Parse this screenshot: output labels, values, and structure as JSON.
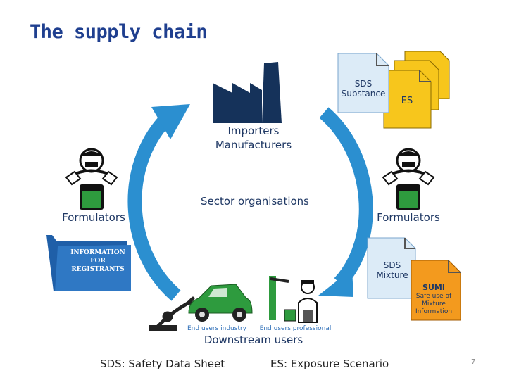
{
  "title": "The supply chain",
  "diagram": {
    "importers": "Importers Manufacturers",
    "importers_line1": "Importers",
    "importers_line2": "Manufacturers",
    "sector": "Sector organisations",
    "formulators_left": "Formulators",
    "formulators_right": "Formulators",
    "downstream": "Downstream users",
    "end_users_industry": "End users industry",
    "end_users_professional": "End users professional",
    "info_folder": "INFORMATION FOR REGISTRANTS",
    "sds_substance_line1": "SDS",
    "sds_substance_line2": "Substance",
    "es": "ES",
    "sds_mixture_line1": "SDS",
    "sds_mixture_line2": "Mixture",
    "sumi_title": "SUMI",
    "sumi_subtitle": "Safe use of Mixture Information"
  },
  "footer": {
    "sds_note": "SDS: Safety Data Sheet",
    "es_note": "ES: Exposure Scenario",
    "page_number": "7"
  },
  "colors": {
    "title": "#1f3f8f",
    "arrow": "#2b8fd0",
    "factory": "#15325a",
    "folder": "#1f5fa8",
    "es_doc": "#f7c61c",
    "sumi_doc": "#f39a1e",
    "sds_doc": "#dcebf7",
    "green": "#2e9b3e"
  },
  "icons": {
    "factory": "factory-icon",
    "worker": "worker-with-mask-icon",
    "folder": "folder-icon",
    "car": "car-icon",
    "robot_arm": "robot-arm-icon",
    "painter": "painter-icon",
    "document": "document-icon"
  }
}
